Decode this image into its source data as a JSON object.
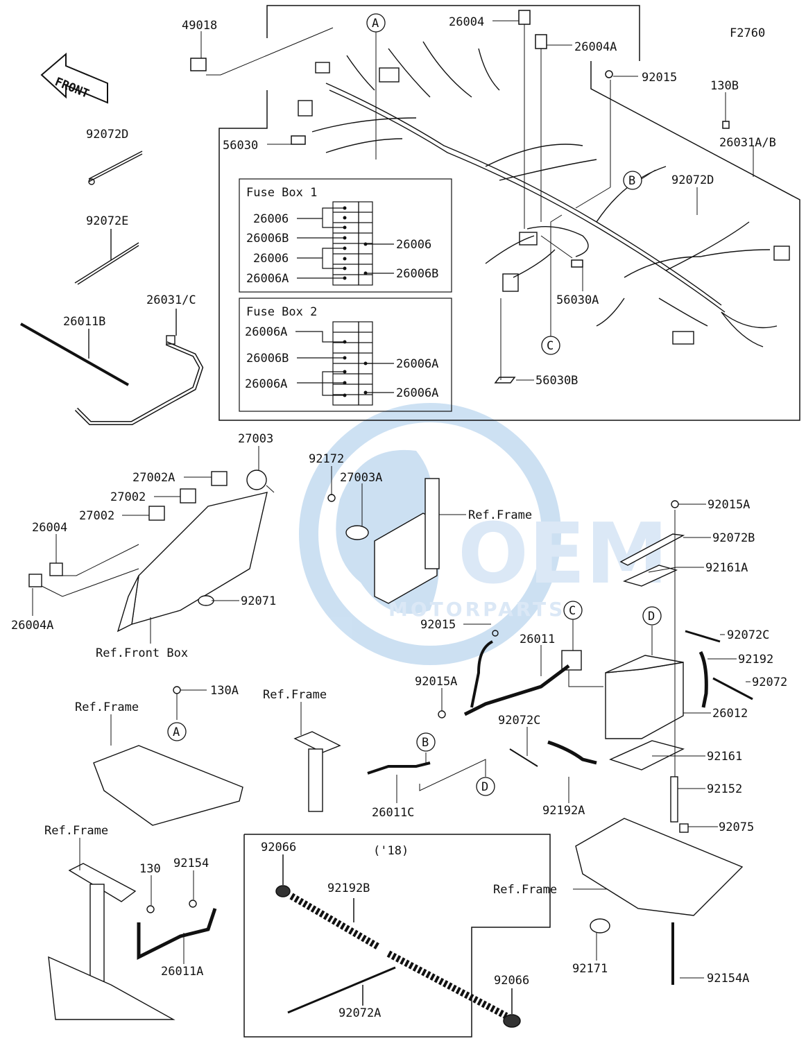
{
  "figure_code": "F2760",
  "front_arrow": "FRONT",
  "watermark": {
    "big": "OEM",
    "small": "MOTORPARTS"
  },
  "fuse_box_1": {
    "title": "Fuse Box 1",
    "left": [
      "26006",
      "26006B",
      "26006",
      "26006A"
    ],
    "right": [
      "26006",
      "26006B"
    ]
  },
  "fuse_box_2": {
    "title": "Fuse Box 2",
    "left": [
      "26006A",
      "26006B",
      "26006A"
    ],
    "right": [
      "26006A",
      "26006A"
    ]
  },
  "callouts": [
    "A",
    "B",
    "C",
    "D"
  ],
  "parts": {
    "p49018": "49018",
    "p26004_top": "26004",
    "p26004A_top": "26004A",
    "p92015_top": "92015",
    "p130B": "130B",
    "p26031AB": "26031A/B",
    "p56030": "56030",
    "p92072D_right": "92072D",
    "p56030A": "56030A",
    "p56030B": "56030B",
    "p92072D_left": "92072D",
    "p92072E": "92072E",
    "p26031C": "26031/C",
    "p26011B": "26011B",
    "p27003": "27003",
    "p27002A": "27002A",
    "p27002_1": "27002",
    "p27002_2": "27002",
    "p26004_mid": "26004",
    "p26004A_mid": "26004A",
    "p92071": "92071",
    "ref_front_box": "Ref.Front Box",
    "p92172": "92172",
    "p27003A": "27003A",
    "ref_frame_1": "Ref.Frame",
    "p92015A_top": "92015A",
    "p92072B": "92072B",
    "p92161A": "92161A",
    "p92015_mid": "92015",
    "p26011": "26011",
    "p92072C_right": "92072C",
    "p92192": "92192",
    "p92072": "92072",
    "p92015A_mid": "92015A",
    "p26012": "26012",
    "p92072C_mid": "92072C",
    "p92161": "92161",
    "p92192A": "92192A",
    "p92152": "92152",
    "p130A": "130A",
    "ref_frame_2": "Ref.Frame",
    "ref_frame_3": "Ref.Frame",
    "p26011C": "26011C",
    "p92075": "92075",
    "ref_frame_4": "Ref.Frame",
    "ref_frame_5": "Ref.Frame",
    "p130": "130",
    "p92154": "92154",
    "p26011A": "26011A",
    "p92066_1": "92066",
    "p18": "('18)",
    "p92192B": "92192B",
    "p92066_2": "92066",
    "p92072A": "92072A",
    "p92171": "92171",
    "p92154A": "92154A"
  }
}
